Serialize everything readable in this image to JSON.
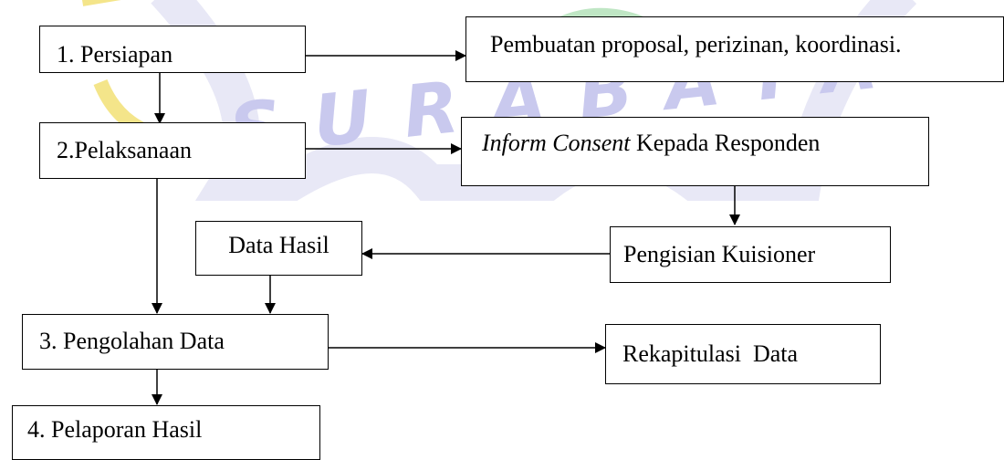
{
  "watermark": {
    "text": "SURABAYA",
    "color": "#c9c9ee"
  },
  "steps": {
    "persiapan": "1. Persiapan",
    "pelaksanaan": "2.Pelaksanaan",
    "pengolahan": "3. Pengolahan Data",
    "pelaporan": "4. Pelaporan Hasil"
  },
  "outputs": {
    "proposal": "Pembuatan proposal, perizinan, koordinasi.",
    "inform_italic": "Inform Consent",
    "inform_rest": " Kepada Responden",
    "kuisioner": "Pengisian Kuisioner",
    "data_hasil": "Data Hasil",
    "rekap": "Rekapitulasi  Data"
  }
}
